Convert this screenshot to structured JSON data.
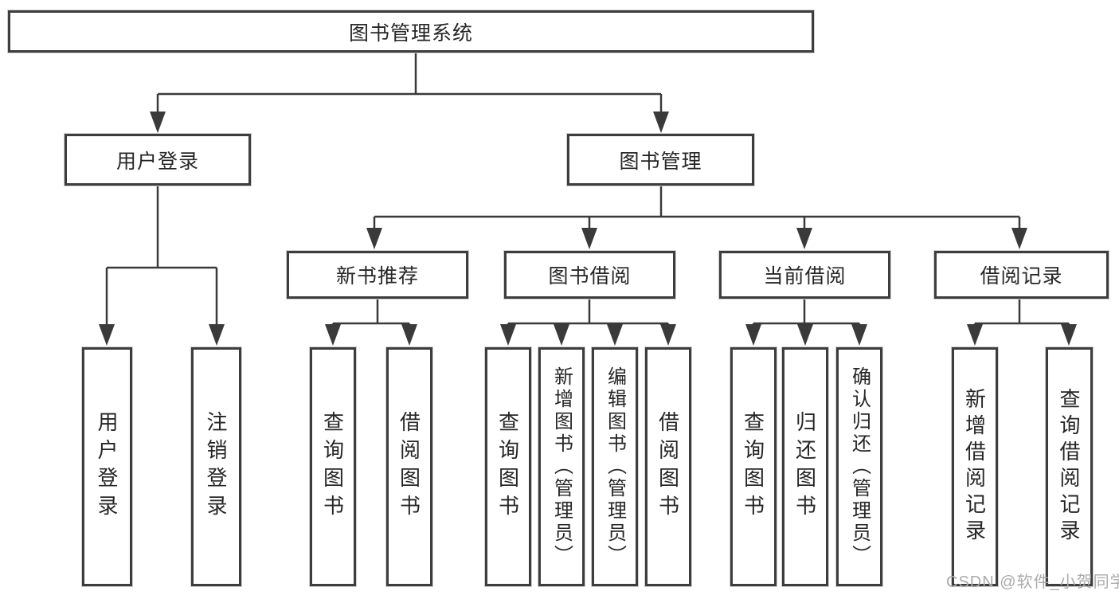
{
  "diagram": {
    "type": "hierarchy-tree",
    "root": {
      "label": "图书管理系统"
    },
    "level2": [
      {
        "id": "user-login",
        "label": "用户登录",
        "parent": "图书管理系统"
      },
      {
        "id": "book-management",
        "label": "图书管理",
        "parent": "图书管理系统"
      }
    ],
    "level3": [
      {
        "id": "new-book-recommend",
        "label": "新书推荐",
        "parent": "图书管理"
      },
      {
        "id": "book-borrow",
        "label": "图书借阅",
        "parent": "图书管理"
      },
      {
        "id": "current-borrow",
        "label": "当前借阅",
        "parent": "图书管理"
      },
      {
        "id": "borrow-records",
        "label": "借阅记录",
        "parent": "图书管理"
      }
    ],
    "leaves": [
      {
        "id": "user-login-leaf",
        "label": "用户登录",
        "parent": "用户登录"
      },
      {
        "id": "logout",
        "label": "注销登录",
        "parent": "用户登录"
      },
      {
        "id": "query-books-1",
        "label": "查询图书",
        "parent": "新书推荐"
      },
      {
        "id": "borrow-books-1",
        "label": "借阅图书",
        "parent": "新书推荐"
      },
      {
        "id": "query-books-2",
        "label": "查询图书",
        "parent": "图书借阅"
      },
      {
        "id": "add-books-admin",
        "label": "新增图书（管理员）",
        "parent": "图书借阅"
      },
      {
        "id": "edit-books-admin",
        "label": "编辑图书（管理员）",
        "parent": "图书借阅"
      },
      {
        "id": "borrow-books-2",
        "label": "借阅图书",
        "parent": "图书借阅"
      },
      {
        "id": "query-books-3",
        "label": "查询图书",
        "parent": "当前借阅"
      },
      {
        "id": "return-books",
        "label": "归还图书",
        "parent": "当前借阅"
      },
      {
        "id": "confirm-return-admin",
        "label": "确认归还（管理员）",
        "parent": "当前借阅"
      },
      {
        "id": "add-borrow-record",
        "label": "新增借阅记录",
        "parent": "借阅记录"
      },
      {
        "id": "query-borrow-record",
        "label": "查询借阅记录",
        "parent": "借阅记录"
      }
    ],
    "watermark": "CSDN @软件_小贺同学",
    "colors": {
      "background": "#ffffff",
      "line": "#3a3a3a",
      "box_border": "#3d3d3d",
      "text": "#262626",
      "watermark": "#ababab"
    }
  }
}
